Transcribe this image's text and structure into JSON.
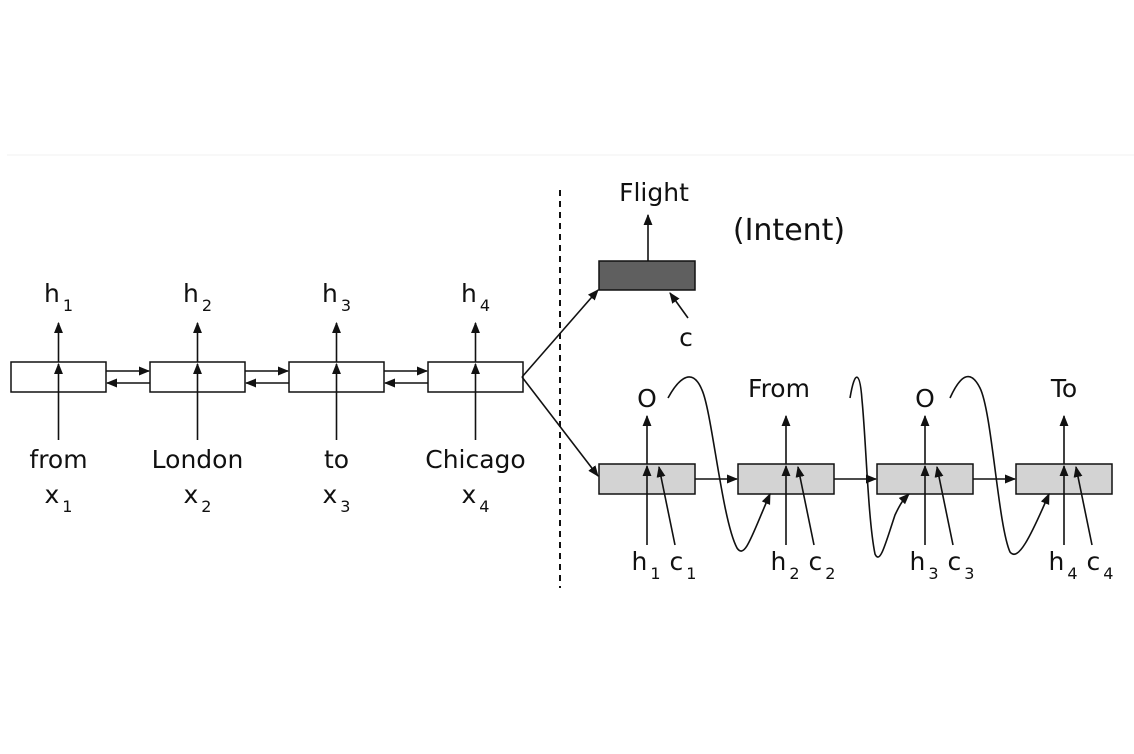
{
  "encoder": {
    "cells": [
      {
        "output": "h",
        "output_sub": "1",
        "word": "from",
        "input": "x",
        "input_sub": "1"
      },
      {
        "output": "h",
        "output_sub": "2",
        "word": "London",
        "input": "x",
        "input_sub": "2"
      },
      {
        "output": "h",
        "output_sub": "3",
        "word": "to",
        "input": "x",
        "input_sub": "3"
      },
      {
        "output": "h",
        "output_sub": "4",
        "word": "Chicago",
        "input": "x",
        "input_sub": "4"
      }
    ]
  },
  "intent": {
    "output": "Flight",
    "label": "(Intent)",
    "context": "c"
  },
  "decoder": {
    "cells": [
      {
        "output": "O",
        "h": "h",
        "h_sub": "1",
        "c": "c",
        "c_sub": "1"
      },
      {
        "output": "From",
        "h": "h",
        "h_sub": "2",
        "c": "c",
        "c_sub": "2"
      },
      {
        "output": "O",
        "h": "h",
        "h_sub": "3",
        "c": "c",
        "c_sub": "3"
      },
      {
        "output": "To",
        "h": "h",
        "h_sub": "4",
        "c": "c",
        "c_sub": "4"
      }
    ]
  },
  "colors": {
    "intent_box": "#5f5f5f",
    "decoder_box": "#d3d3d3",
    "encoder_box": "#ffffff",
    "stroke": "#111111"
  }
}
